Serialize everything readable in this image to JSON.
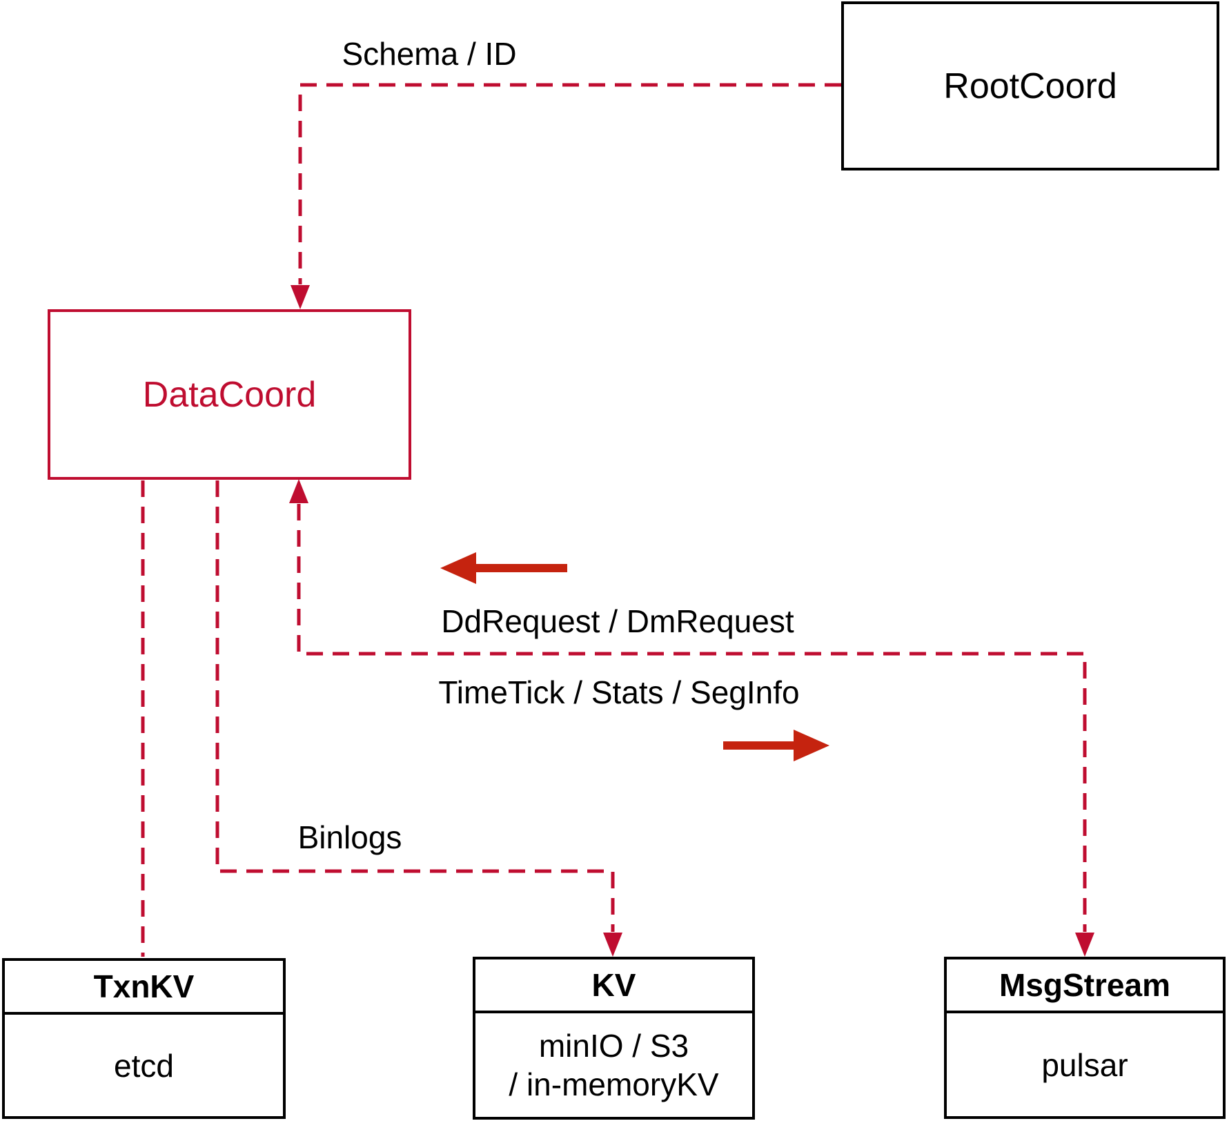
{
  "colors": {
    "crimson": "#bf0d30",
    "arrow_red": "#c5230f",
    "ink": "#000000"
  },
  "nodes": {
    "rootcoord": {
      "label": "RootCoord"
    },
    "datacoord": {
      "label": "DataCoord"
    },
    "txnkv": {
      "header": "TxnKV",
      "body": "etcd"
    },
    "kv": {
      "header": "KV",
      "body_line1": "minIO / S3",
      "body_line2": "/ in-memoryKV"
    },
    "msgstream": {
      "header": "MsgStream",
      "body": "pulsar"
    }
  },
  "edges": {
    "schema_id": {
      "label": "Schema / ID",
      "from": "RootCoord",
      "to": "DataCoord",
      "style": "dashed-crimson-arrow"
    },
    "dd_dm": {
      "label": "DdRequest / DmRequest",
      "direction": "into DataCoord (left arrow)",
      "style": "dashed-crimson-arrow"
    },
    "timetick": {
      "label": "TimeTick / Stats / SegInfo",
      "direction": "out to MsgStream (right arrow)",
      "style": "dashed-crimson-arrow"
    },
    "binlogs": {
      "label": "Binlogs",
      "from": "DataCoord",
      "to": "KV",
      "style": "dashed-crimson-arrow"
    },
    "meta": {
      "label": "",
      "from": "DataCoord",
      "to": "TxnKV",
      "style": "dashed-crimson-line"
    }
  }
}
